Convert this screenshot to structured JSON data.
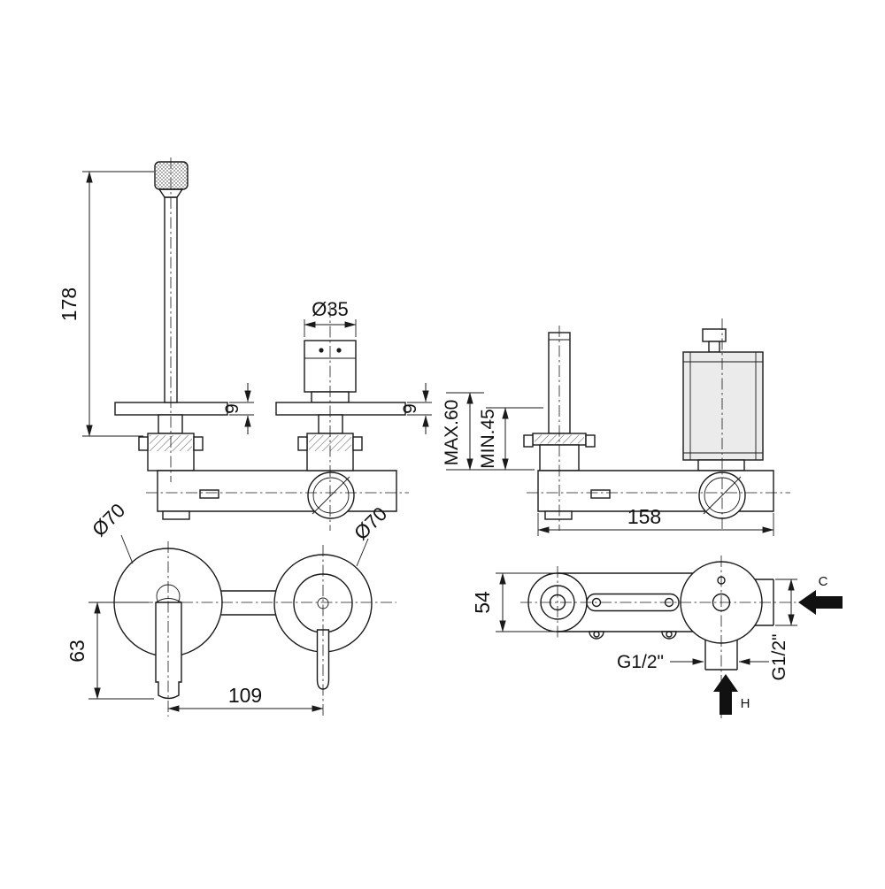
{
  "drawing": {
    "labels": {
      "spout_height": "178",
      "handle_diameter": "Ø35",
      "left_plate_thickness": "9",
      "right_plate_thickness": "9",
      "depth_max": "MAX.60",
      "depth_min": "MIN.45",
      "body_length": "158",
      "left_rosette_diameter": "Ø70",
      "right_rosette_diameter": "Ø70",
      "spout_drop": "63",
      "center_distance": "109",
      "body_height": "54",
      "bottom_thread": "G1/2\"",
      "side_thread": "G1/2\"",
      "cold_inlet": "C",
      "hot_inlet": "H"
    },
    "colors": {
      "line": "#1a1a1a",
      "background": "#ffffff",
      "fill_light": "#ebebeb"
    }
  }
}
